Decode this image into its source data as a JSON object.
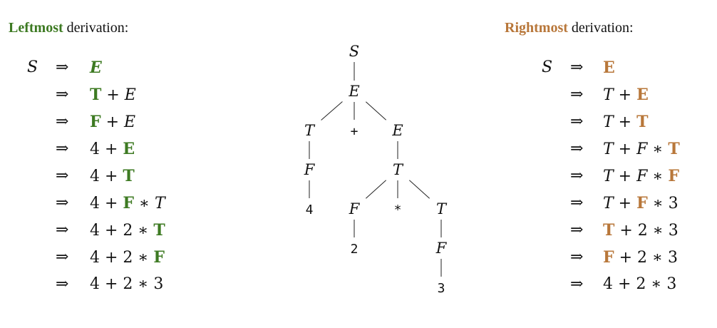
{
  "colors": {
    "leftmost": "#3d7a22",
    "rightmost": "#b8773a"
  },
  "headings": {
    "leftmost": {
      "bold": "Leftmost",
      "rest": " derivation:"
    },
    "rightmost": {
      "bold": "Rightmost",
      "rest": " derivation:"
    }
  },
  "start_symbol": "S",
  "arrow": "⇒",
  "leftmost_steps": [
    [
      {
        "t": "E",
        "s": "hl-it"
      }
    ],
    [
      {
        "t": "T",
        "s": "hl"
      },
      {
        "t": " + ",
        "s": ""
      },
      {
        "t": "E",
        "s": "it"
      }
    ],
    [
      {
        "t": "F",
        "s": "hl"
      },
      {
        "t": " + ",
        "s": ""
      },
      {
        "t": "E",
        "s": "it"
      }
    ],
    [
      {
        "t": "4 + ",
        "s": ""
      },
      {
        "t": "E",
        "s": "hl"
      }
    ],
    [
      {
        "t": "4 + ",
        "s": ""
      },
      {
        "t": "T",
        "s": "hl"
      }
    ],
    [
      {
        "t": "4 + ",
        "s": ""
      },
      {
        "t": "F",
        "s": "hl"
      },
      {
        "t": " ∗ ",
        "s": ""
      },
      {
        "t": "T",
        "s": "it"
      }
    ],
    [
      {
        "t": "4 + 2 ∗ ",
        "s": ""
      },
      {
        "t": "T",
        "s": "hl"
      }
    ],
    [
      {
        "t": "4 + 2 ∗ ",
        "s": ""
      },
      {
        "t": "F",
        "s": "hl"
      }
    ],
    [
      {
        "t": "4 + 2 ∗ 3",
        "s": ""
      }
    ]
  ],
  "rightmost_steps": [
    [
      {
        "t": "E",
        "s": "hl"
      }
    ],
    [
      {
        "t": "T",
        "s": "it"
      },
      {
        "t": " + ",
        "s": ""
      },
      {
        "t": "E",
        "s": "hl"
      }
    ],
    [
      {
        "t": "T",
        "s": "it"
      },
      {
        "t": " + ",
        "s": ""
      },
      {
        "t": "T",
        "s": "hl"
      }
    ],
    [
      {
        "t": "T",
        "s": "it"
      },
      {
        "t": " + ",
        "s": ""
      },
      {
        "t": "F",
        "s": "it"
      },
      {
        "t": " ∗ ",
        "s": ""
      },
      {
        "t": "T",
        "s": "hl"
      }
    ],
    [
      {
        "t": "T",
        "s": "it"
      },
      {
        "t": " + ",
        "s": ""
      },
      {
        "t": "F",
        "s": "it"
      },
      {
        "t": " ∗ ",
        "s": ""
      },
      {
        "t": "F",
        "s": "hl"
      }
    ],
    [
      {
        "t": "T",
        "s": "it"
      },
      {
        "t": " + ",
        "s": ""
      },
      {
        "t": "F",
        "s": "hl"
      },
      {
        "t": " ∗ 3",
        "s": ""
      }
    ],
    [
      {
        "t": "T",
        "s": "hl"
      },
      {
        "t": " + 2 ∗ 3",
        "s": ""
      }
    ],
    [
      {
        "t": "F",
        "s": "hl"
      },
      {
        "t": " + 2 ∗ 3",
        "s": ""
      }
    ],
    [
      {
        "t": "4 + 2 ∗ 3",
        "s": ""
      }
    ]
  ],
  "tree": {
    "nodes": [
      {
        "id": "S",
        "label": "S",
        "kind": "nt"
      },
      {
        "id": "E1",
        "label": "E",
        "kind": "nt"
      },
      {
        "id": "T1",
        "label": "T",
        "kind": "nt"
      },
      {
        "id": "plus",
        "label": "+",
        "kind": "term"
      },
      {
        "id": "E2",
        "label": "E",
        "kind": "nt"
      },
      {
        "id": "F1",
        "label": "F",
        "kind": "nt"
      },
      {
        "id": "T2",
        "label": "T",
        "kind": "nt"
      },
      {
        "id": "four",
        "label": "4",
        "kind": "term"
      },
      {
        "id": "F2",
        "label": "F",
        "kind": "nt"
      },
      {
        "id": "star",
        "label": "*",
        "kind": "term"
      },
      {
        "id": "T3",
        "label": "T",
        "kind": "nt"
      },
      {
        "id": "two",
        "label": "2",
        "kind": "term"
      },
      {
        "id": "F3",
        "label": "F",
        "kind": "nt"
      },
      {
        "id": "three",
        "label": "3",
        "kind": "term"
      }
    ],
    "edges": [
      [
        "S",
        "E1"
      ],
      [
        "E1",
        "T1"
      ],
      [
        "E1",
        "plus"
      ],
      [
        "E1",
        "E2"
      ],
      [
        "T1",
        "F1"
      ],
      [
        "F1",
        "four"
      ],
      [
        "E2",
        "T2"
      ],
      [
        "T2",
        "F2"
      ],
      [
        "T2",
        "star"
      ],
      [
        "T2",
        "T3"
      ],
      [
        "F2",
        "two"
      ],
      [
        "T3",
        "F3"
      ],
      [
        "F3",
        "three"
      ]
    ]
  }
}
